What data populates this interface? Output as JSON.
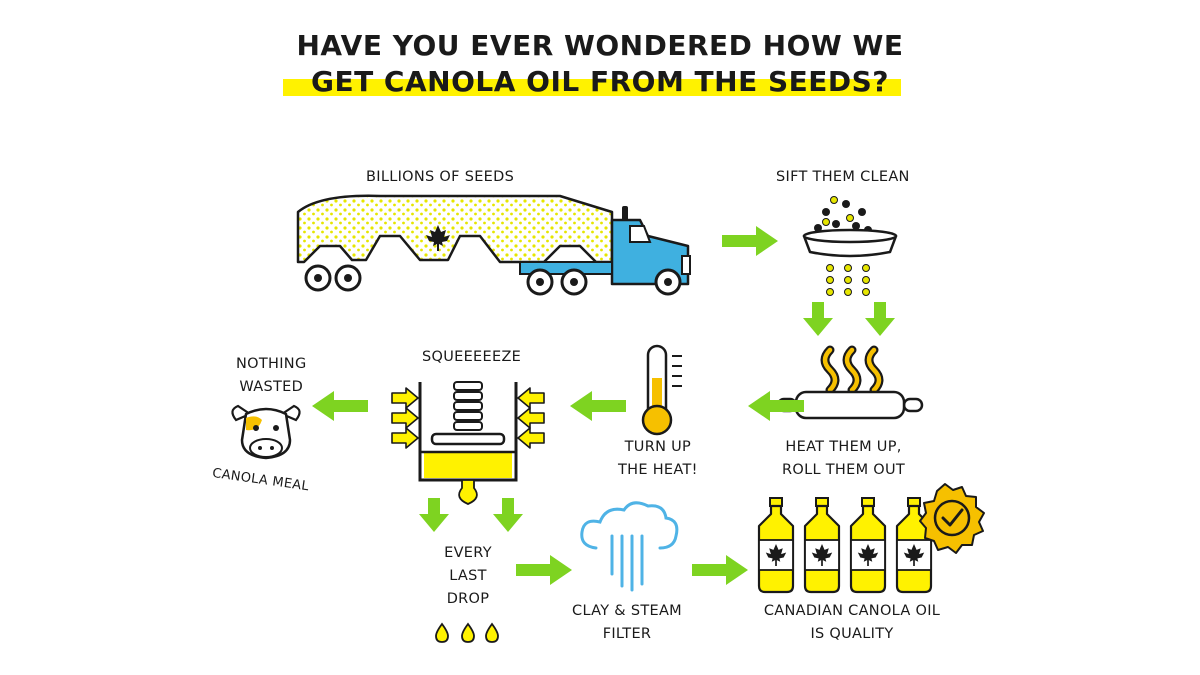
{
  "title": {
    "line1": "HAVE YOU EVER WONDERED HOW WE",
    "line2": "GET CANOLA OIL FROM THE SEEDS?"
  },
  "steps": {
    "billions_of_seeds": "BILLIONS OF SEEDS",
    "sift_them_clean": "SIFT THEM CLEAN",
    "heat_line1": "HEAT THEM UP,",
    "heat_line2": "ROLL THEM OUT",
    "turn_up_line1": "TURN UP",
    "turn_up_line2": "THE HEAT!",
    "squeeze": "SQUEEEEEZE",
    "nothing_line1": "NOTHING",
    "nothing_line2": "WASTED",
    "canola_meal": "CANOLA MEAL",
    "every": "EVERY",
    "last": "LAST",
    "drop": "DROP",
    "filter_line1": "CLAY & STEAM",
    "filter_line2": "FILTER",
    "quality_line1": "CANADIAN CANOLA OIL",
    "quality_line2": "IS QUALITY"
  },
  "colors": {
    "accent_yellow": "#fff200",
    "arrow_green": "#7ed321",
    "truck_blue": "#3fb0e0",
    "filter_blue": "#4fb3e6",
    "seed_dot": "#e6e600",
    "ink": "#1a1a1a",
    "badge": "#f6c000"
  },
  "icons": [
    "truck-icon",
    "sieve-icon",
    "rolling-pin-icon",
    "heat-waves-icon",
    "thermometer-icon",
    "press-icon",
    "cow-icon",
    "oil-drop-icon",
    "steam-filter-icon",
    "oil-bottle-icon",
    "quality-badge-icon",
    "arrow-icon"
  ]
}
